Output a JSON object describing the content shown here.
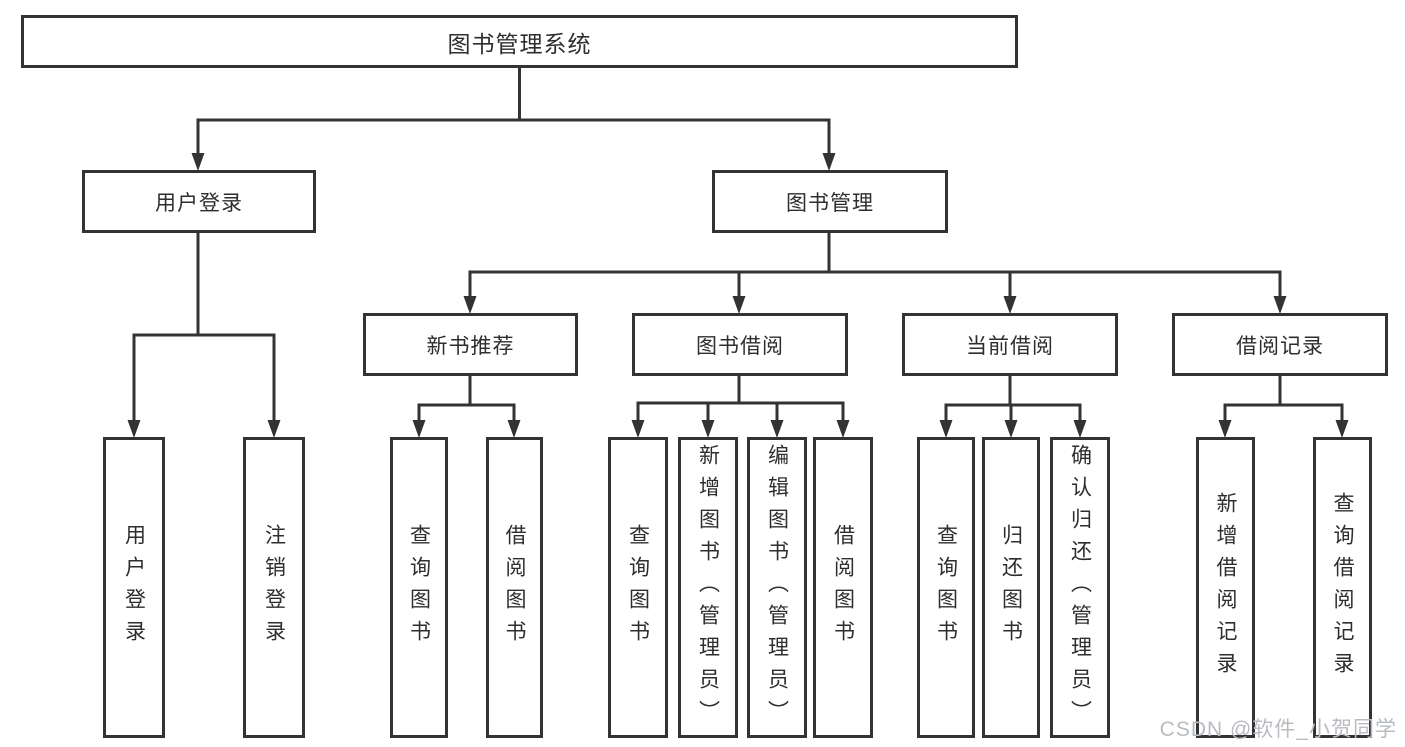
{
  "diagram": {
    "root": {
      "label": "图书管理系统"
    },
    "branches": [
      {
        "label": "用户登录",
        "leaves": [
          {
            "label": "用户登录"
          },
          {
            "label": "注销登录"
          }
        ]
      },
      {
        "label": "图书管理",
        "groups": [
          {
            "label": "新书推荐",
            "leaves": [
              {
                "label": "查询图书"
              },
              {
                "label": "借阅图书"
              }
            ]
          },
          {
            "label": "图书借阅",
            "leaves": [
              {
                "label": "查询图书"
              },
              {
                "label": "新增图书（管理员）"
              },
              {
                "label": "编辑图书（管理员）"
              },
              {
                "label": "借阅图书"
              }
            ]
          },
          {
            "label": "当前借阅",
            "leaves": [
              {
                "label": "查询图书"
              },
              {
                "label": "归还图书"
              },
              {
                "label": "确认归还（管理员）"
              }
            ]
          },
          {
            "label": "借阅记录",
            "leaves": [
              {
                "label": "新增借阅记录"
              },
              {
                "label": "查询借阅记录"
              }
            ]
          }
        ]
      }
    ]
  },
  "watermark": {
    "text": "CSDN @软件_小贺同学"
  },
  "colors": {
    "line": "#333333",
    "text": "#2e2e2e",
    "watermark": "#b8bcc1",
    "background": "#ffffff"
  }
}
